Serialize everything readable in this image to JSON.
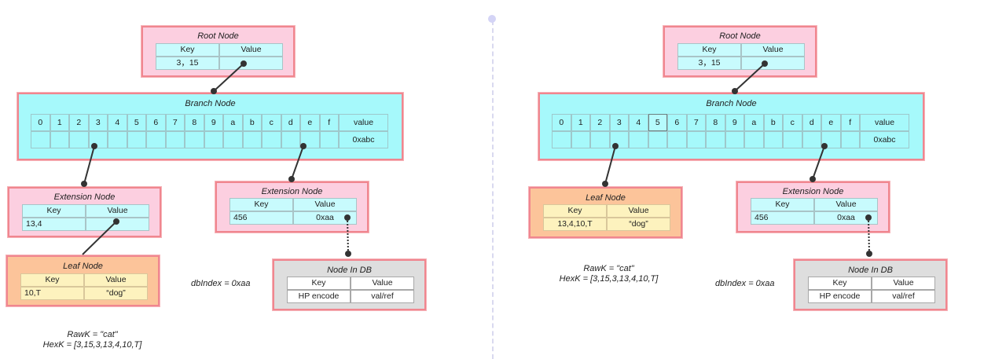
{
  "left": {
    "root": {
      "title": "Root Node",
      "key_header": "Key",
      "value_header": "Value",
      "key": "3，15",
      "value": ""
    },
    "branch": {
      "title": "Branch Node",
      "slots": [
        "0",
        "1",
        "2",
        "3",
        "4",
        "5",
        "6",
        "7",
        "8",
        "9",
        "a",
        "b",
        "c",
        "d",
        "e",
        "f"
      ],
      "value_header": "value",
      "value": "0xabc"
    },
    "ext1": {
      "title": "Extension Node",
      "key_header": "Key",
      "value_header": "Value",
      "key": "13,4",
      "value": ""
    },
    "leaf": {
      "title": "Leaf Node",
      "key_header": "Key",
      "value_header": "Value",
      "key": "10,T",
      "value": "“dog”"
    },
    "ext2": {
      "title": "Extension Node",
      "key_header": "Key",
      "value_header": "Value",
      "key": "456",
      "value": "0xaa"
    },
    "db": {
      "title": "Node In DB",
      "key_header": "Key",
      "value_header": "Value",
      "key": "HP encode",
      "value": "val/ref"
    },
    "db_index": "dbIndex = 0xaa",
    "rawk": "RawK = \"cat\"",
    "hexk": "HexK = [3,15,3,13,4,10,T]"
  },
  "right": {
    "root": {
      "title": "Root Node",
      "key_header": "Key",
      "value_header": "Value",
      "key": "3，15",
      "value": ""
    },
    "branch": {
      "title": "Branch Node",
      "slots": [
        "0",
        "1",
        "2",
        "3",
        "4",
        "5",
        "6",
        "7",
        "8",
        "9",
        "a",
        "b",
        "c",
        "d",
        "e",
        "f"
      ],
      "value_header": "value",
      "value": "0xabc",
      "highlighted_slot": "5"
    },
    "leaf": {
      "title": "Leaf Node",
      "key_header": "Key",
      "value_header": "Value",
      "key": "13,4,10,T",
      "value": "“dog”"
    },
    "ext2": {
      "title": "Extension Node",
      "key_header": "Key",
      "value_header": "Value",
      "key": "456",
      "value": "0xaa"
    },
    "db": {
      "title": "Node In DB",
      "key_header": "Key",
      "value_header": "Value",
      "key": "HP encode",
      "value": "val/ref"
    },
    "db_index": "dbIndex = 0xaa",
    "rawk": "RawK = \"cat\"",
    "hexk": "HexK = [3,15,3,13,4,10,T]"
  },
  "colors": {
    "extension": "#fccfe0",
    "branch": "#a6f9fb",
    "leaf": "#fcc49a",
    "db": "#dedede",
    "border": "#f0868f"
  }
}
